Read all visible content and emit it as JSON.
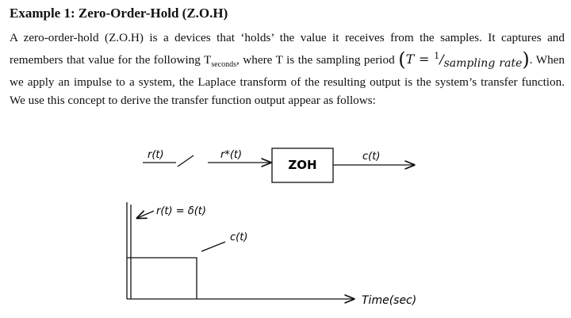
{
  "title": "Example 1: Zero-Order-Hold (Z.O.H)",
  "paragraph": {
    "part1": "A zero-order-hold (Z.O.H) is a devices that ‘holds’ the value it receives from the samples. It captures and remembers that value for the following T",
    "subscript": "seconds",
    "part2": ", where T is the sampling period",
    "formula_lhs": "T = ",
    "formula_num": "1",
    "formula_den": "sampling rate",
    "part3": ". When we apply an impulse to a system, the Laplace transform of the resulting output is the system’s transfer function. We use this concept to derive the transfer function output appear as follows:"
  },
  "block_diagram": {
    "input_label": "r(t)",
    "sampled_label": "r*(t)",
    "block_label": "ZOH",
    "output_label": "c(t)"
  },
  "response_plot": {
    "impulse_label": "r(t) = δ(t)",
    "output_label": "c(t)",
    "axis_label": "Time(sec)"
  }
}
